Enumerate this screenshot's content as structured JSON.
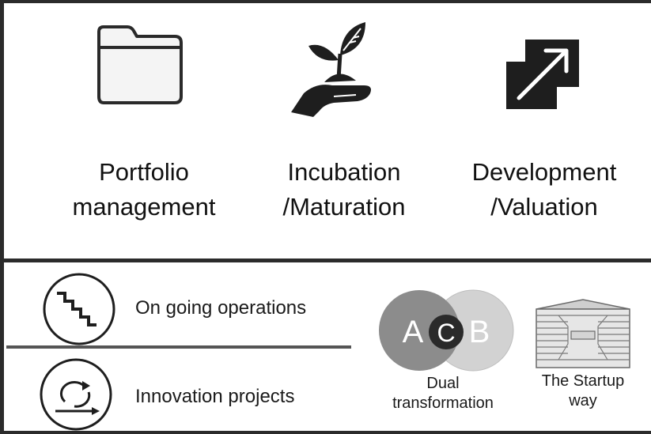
{
  "top_section": {
    "items": [
      {
        "id": "portfolio",
        "icon": "folder-icon",
        "line1": "Portfolio",
        "line2": "management"
      },
      {
        "id": "incubation",
        "icon": "plant-in-hand-icon",
        "line1": "Incubation",
        "line2": "/Maturation"
      },
      {
        "id": "development",
        "icon": "expand-arrow-icon",
        "line1": "Development",
        "line2": "/Valuation"
      }
    ]
  },
  "bottom_section": {
    "ongoing": {
      "icon": "stairs-icon",
      "label": "On going operations"
    },
    "innovation": {
      "icon": "cycle-arrows-icon",
      "label": "Innovation projects"
    },
    "dual": {
      "icon": "venn-abc-icon",
      "letter_a": "A",
      "letter_b": "B",
      "letter_c": "C",
      "line1": "Dual",
      "line2": "transformation"
    },
    "startup": {
      "icon": "startup-way-book-icon",
      "line1": "The Startup",
      "line2": "way"
    }
  },
  "colors": {
    "frame": "#2b2b2b",
    "venn_left": "#8c8c8c",
    "venn_right": "#d2d2d2",
    "venn_center": "#2a2a2a"
  }
}
